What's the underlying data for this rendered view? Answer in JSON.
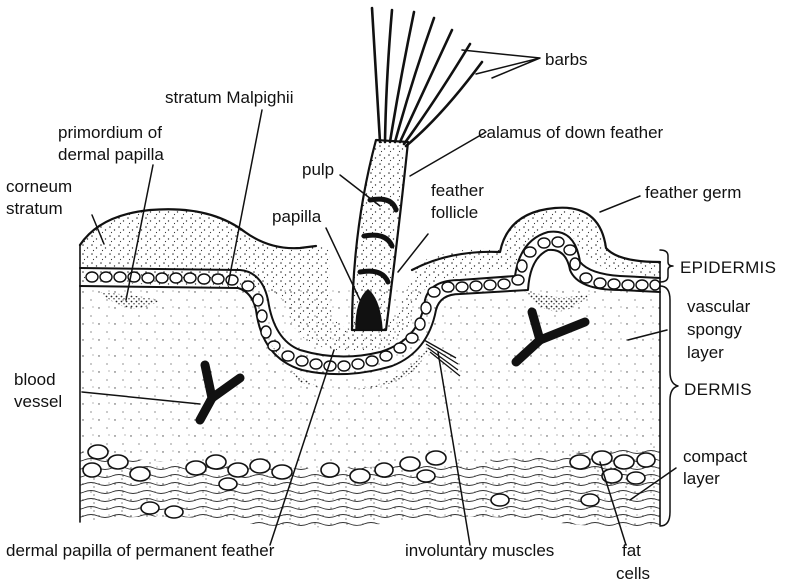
{
  "labels": {
    "barbs": "barbs",
    "stratum_malpighii": "stratum Malpighii",
    "primordium_line1": "primordium of",
    "primordium_line2": "dermal papilla",
    "calamus": "calamus of down feather",
    "pulp": "pulp",
    "feather_follicle_line1": "feather",
    "feather_follicle_line2": "follicle",
    "corneum_line1": "corneum",
    "corneum_line2": "stratum",
    "papilla": "papilla",
    "feather_germ": "feather germ",
    "epidermis": "EPIDERMIS",
    "vascular_line1": "vascular",
    "vascular_line2": "spongy",
    "vascular_line3": "layer",
    "blood_line1": "blood",
    "blood_line2": "vessel",
    "dermis": "DERMIS",
    "compact_line1": "compact",
    "compact_line2": "layer",
    "dermal_papilla_permanent": "dermal papilla of permanent feather",
    "involuntary_muscles": "involuntary muscles",
    "fat_line1": "fat",
    "fat_line2": "cells"
  }
}
